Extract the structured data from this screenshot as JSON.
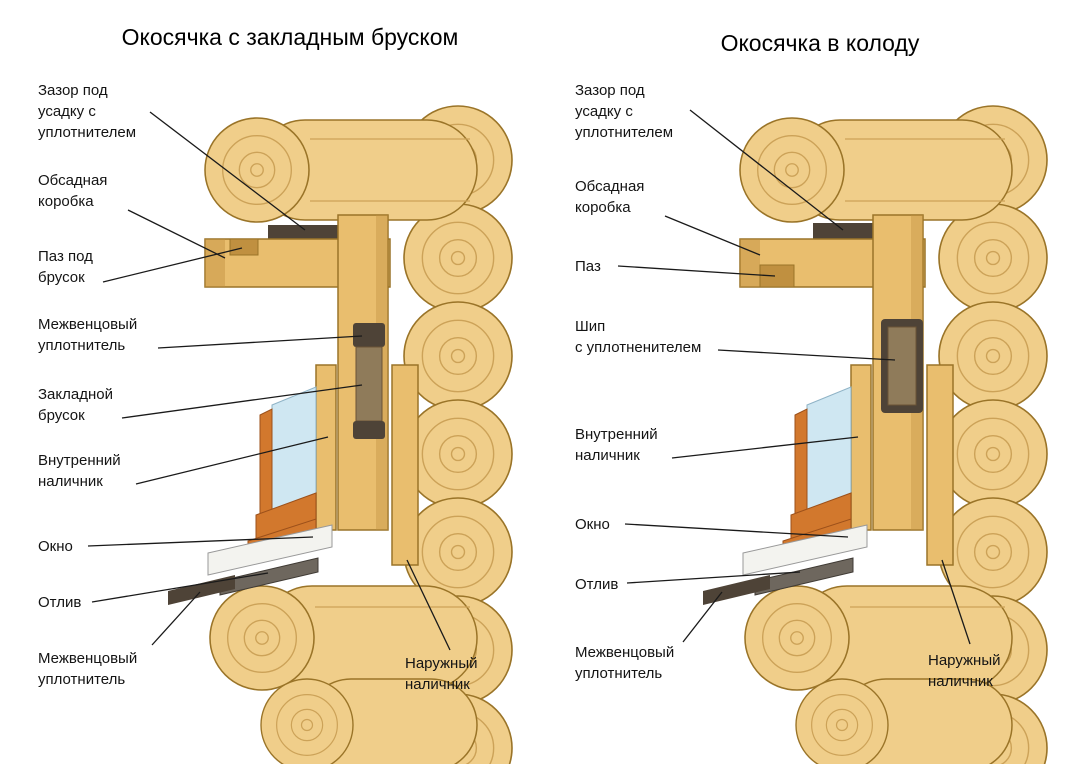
{
  "colors": {
    "wood": "#F0CE8A",
    "woodStroke": "#9A7428",
    "ring": "#CCA258",
    "beam": "#E9BE6E",
    "beamDark": "#C09040",
    "bar": "#8F7B5A",
    "sealant": "#4E4337",
    "glass": "#CFE7F2",
    "glassStroke": "#8FB3C6",
    "sash": "#D2782D",
    "sashDark": "#9C501A",
    "sill": "#F3F3EF",
    "drip": "#6E675E",
    "leader": "#1A1A1A"
  },
  "left": {
    "title": "Окосячка с закладным бруском",
    "labels": {
      "gap": "Зазор под\nусадку с\nуплотнителем",
      "casing": "Обсадная\nкоробка",
      "groove": "Паз под\nбрусок",
      "seal_top": "Межвенцовый\nуплотнитель",
      "bar": "Закладной\nбрусок",
      "inner_trim": "Внутренний\nналичник",
      "window": "Окно",
      "drip": "Отлив",
      "seal_bottom": "Межвенцовый\nуплотнитель",
      "outer_trim": "Наружный\nналичник"
    }
  },
  "right": {
    "title": "Окосячка в колоду",
    "labels": {
      "gap": "Зазор под\nусадку с\nуплотнителем",
      "casing": "Обсадная\nкоробка",
      "groove": "Паз",
      "tenon": "Шип\nс уплотненителем",
      "inner_trim": "Внутренний\nналичник",
      "window": "Окно",
      "drip": "Отлив",
      "seal_bottom": "Межвенцовый\nуплотнитель",
      "outer_trim": "Наружный\nналичник"
    }
  }
}
